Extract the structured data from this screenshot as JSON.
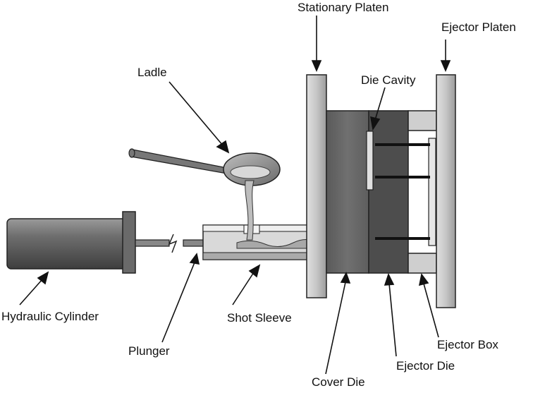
{
  "labels": {
    "stationary_platen": "Stationary Platen",
    "ejector_platen": "Ejector Platen",
    "ladle": "Ladle",
    "die_cavity": "Die Cavity",
    "hydraulic_cylinder": "Hydraulic Cylinder",
    "shot_sleeve": "Shot Sleeve",
    "plunger": "Plunger",
    "ejector_box": "Ejector Box",
    "ejector_die": "Ejector Die",
    "cover_die": "Cover Die"
  },
  "colors": {
    "outline": "#222222",
    "platen": "#c8c8c8",
    "cover_die": "#666666",
    "ejector_die": "#4a4a4a",
    "sleeve": "#d6d6d6",
    "metal": "#a0a0a0",
    "cylinder": "#7a7a7a",
    "plunger": "#555555"
  }
}
